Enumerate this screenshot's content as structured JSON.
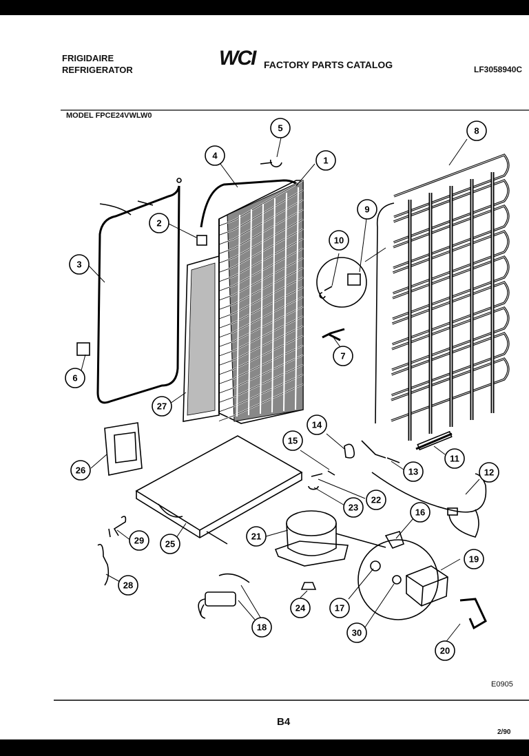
{
  "header": {
    "brand": "FRIGIDAIRE",
    "product": "REFRIGERATOR",
    "logo": "WCI",
    "catalog_title": "FACTORY PARTS CATALOG",
    "catalog_number": "LF3058940C",
    "model": "MODEL FPCE24VWLW0"
  },
  "diagram": {
    "code": "E0905",
    "callouts": [
      "1",
      "2",
      "3",
      "4",
      "5",
      "6",
      "7",
      "8",
      "9",
      "10",
      "11",
      "12",
      "13",
      "14",
      "15",
      "16",
      "17",
      "18",
      "19",
      "20",
      "21",
      "22",
      "23",
      "24",
      "25",
      "26",
      "27",
      "28",
      "29",
      "30"
    ]
  },
  "footer": {
    "page": "B4",
    "date": "2/90"
  }
}
